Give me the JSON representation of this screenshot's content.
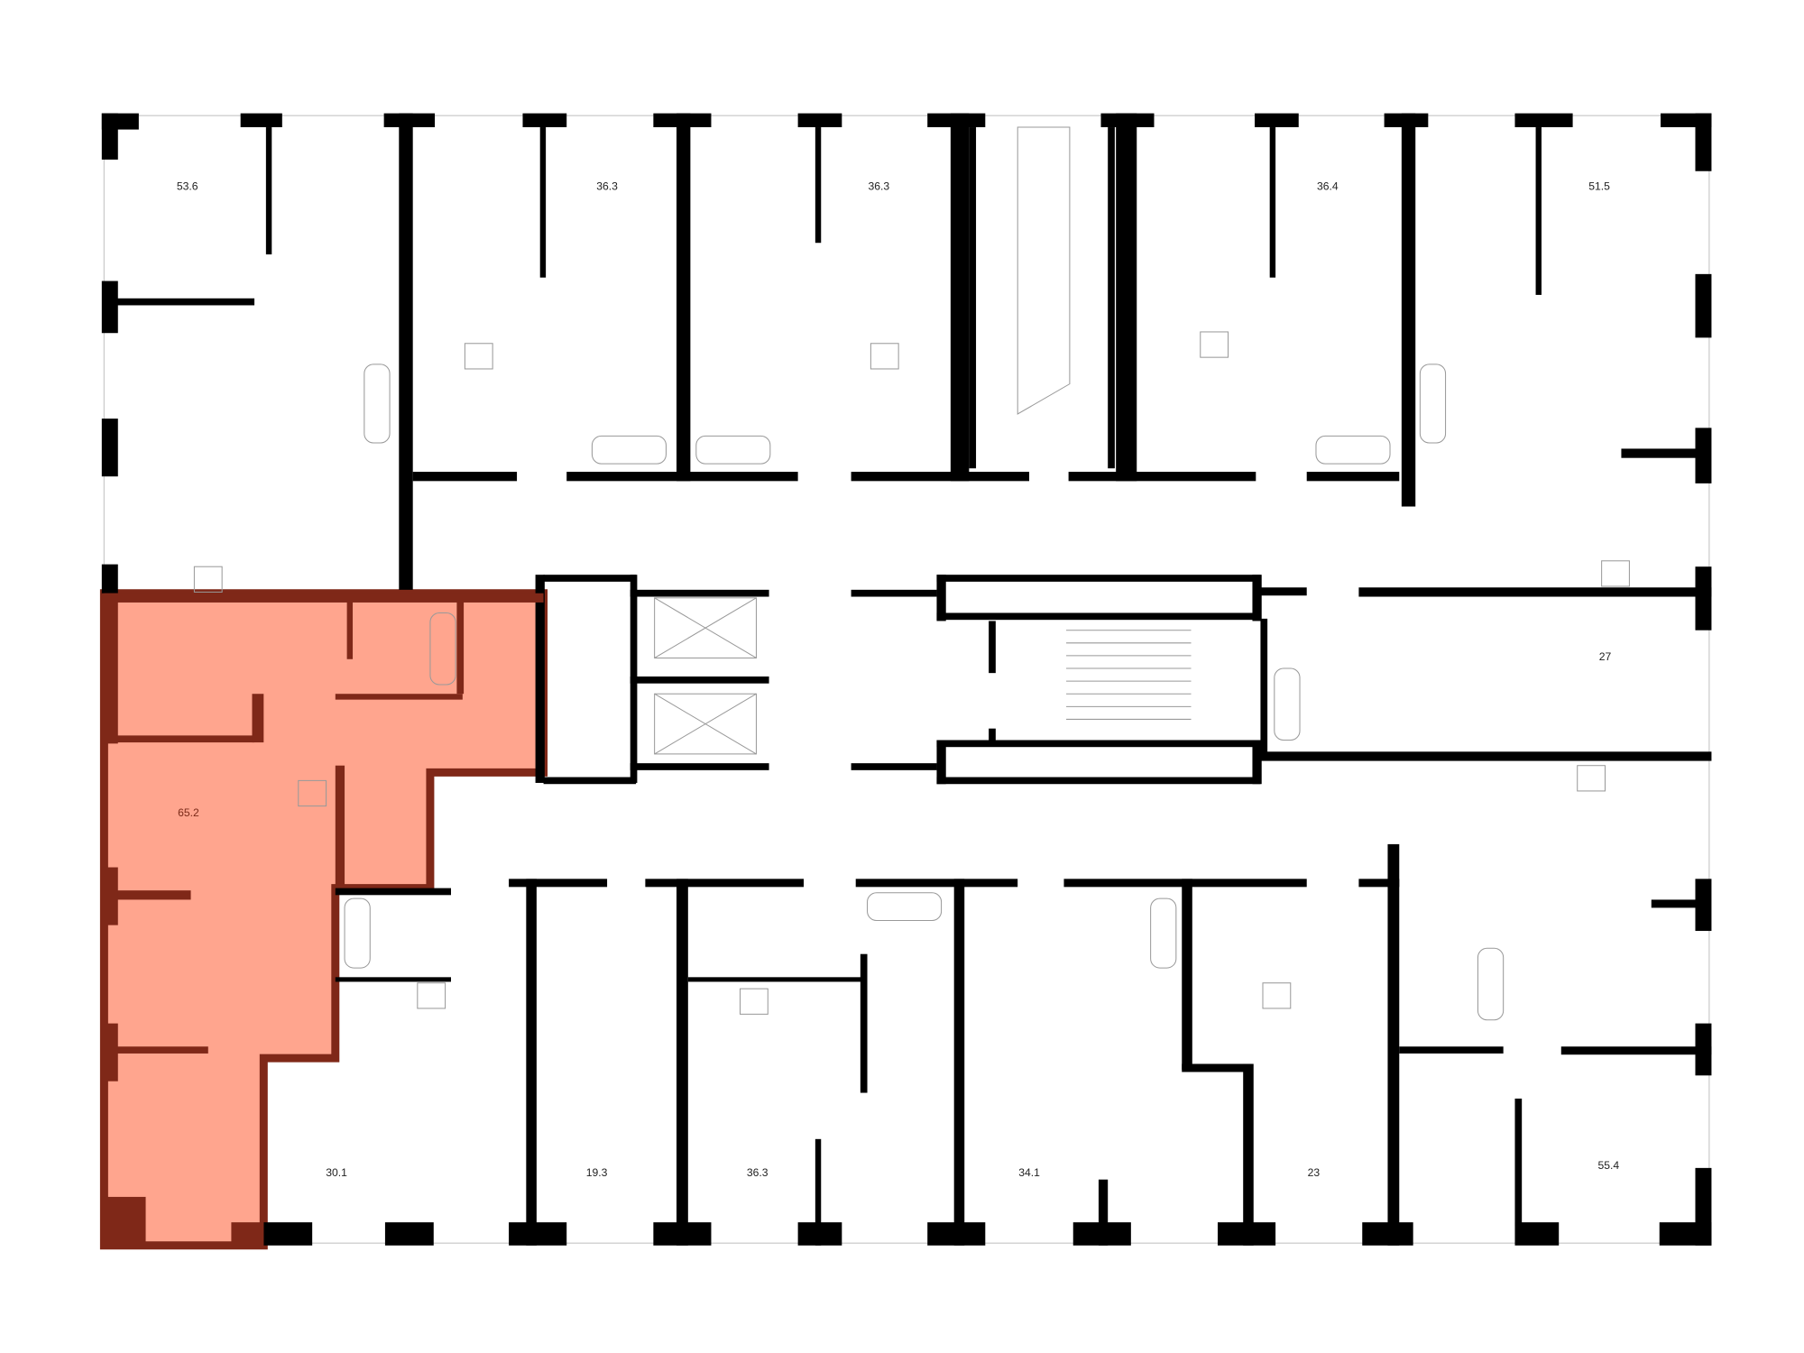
{
  "plan": {
    "highlight_color": "#ffa58e",
    "highlight_wall_color": "#7f2818",
    "wall_color": "#000000",
    "selected_apartment": "65.2",
    "apartments": [
      {
        "area": "53.6"
      },
      {
        "area": "36.3"
      },
      {
        "area": "36.3"
      },
      {
        "area": "36.4"
      },
      {
        "area": "51.5"
      },
      {
        "area": "27"
      },
      {
        "area": "65.2"
      },
      {
        "area": "30.1"
      },
      {
        "area": "19.3"
      },
      {
        "area": "36.3"
      },
      {
        "area": "34.1"
      },
      {
        "area": "23"
      },
      {
        "area": "55.4"
      }
    ]
  }
}
